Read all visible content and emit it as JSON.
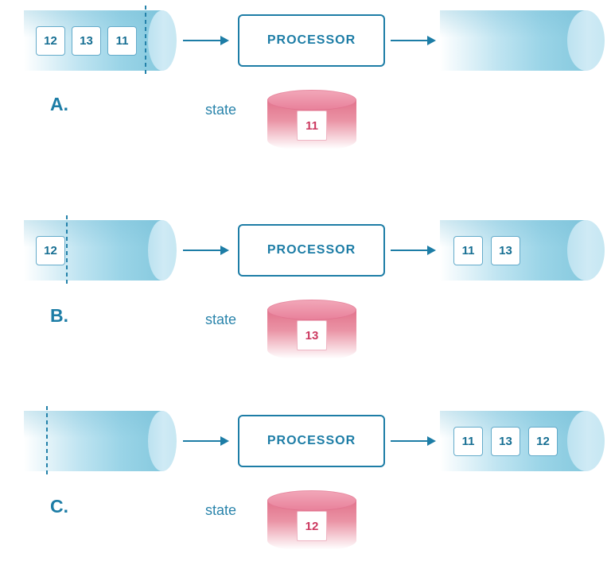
{
  "diagram": {
    "labels": {
      "processor": "PROCESSOR",
      "state": "state"
    },
    "rows": [
      {
        "label": "A.",
        "input_items": [
          "12",
          "13",
          "11"
        ],
        "output_items": [],
        "state_value": "11"
      },
      {
        "label": "B.",
        "input_items": [
          "12"
        ],
        "output_items": [
          "11",
          "13"
        ],
        "state_value": "13"
      },
      {
        "label": "C.",
        "input_items": [],
        "output_items": [
          "11",
          "13",
          "12"
        ],
        "state_value": "12"
      }
    ],
    "colors": {
      "teal_accent": "#1d7da6",
      "pipe_blue": "#86c9de",
      "pipe_cap_blue": "#c9e8f3",
      "state_pink": "#e2738c",
      "state_value_crimson": "#cc3960",
      "record_border_blue": "#64abca",
      "record_text_blue": "#176f93"
    }
  }
}
